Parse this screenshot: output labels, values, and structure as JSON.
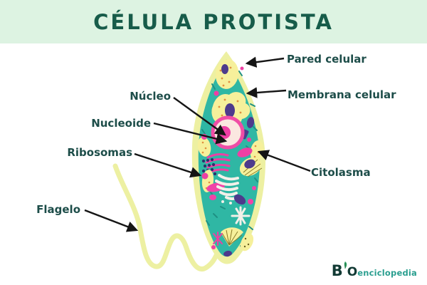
{
  "header": {
    "title": "CÉLULA PROTISTA"
  },
  "diagram": {
    "labels": {
      "pared_celular": "Pared celular",
      "membrana_celular": "Membrana celular",
      "nucleo": "Núcleo",
      "nucleoide": "Nucleoide",
      "ribosomas": "Ribosomas",
      "citolasma": "Citolasma",
      "flagelo": "Flagelo"
    }
  },
  "logo": {
    "b": "B",
    "o": "O",
    "suffix": "enciclopedia"
  },
  "colors": {
    "header_bg": "#ddf3e2",
    "title_text": "#175c4a",
    "label_text": "#1d4d49",
    "cell_wall": "#edf0a2",
    "cytoplasm": "#2fb7a4",
    "organelle_yellow": "#f6f09b",
    "organelle_purple": "#4d3a8c",
    "nucleus_ring": "#f04da6",
    "nucleus_fill": "#fbe7e0",
    "nucleolus": "#ee3fa4",
    "accent_pink": "#f043a8",
    "white_detail": "#f3f0e9",
    "arrow": "#151515",
    "logo_dark": "#123a34",
    "logo_teal": "#2a9e8f"
  }
}
